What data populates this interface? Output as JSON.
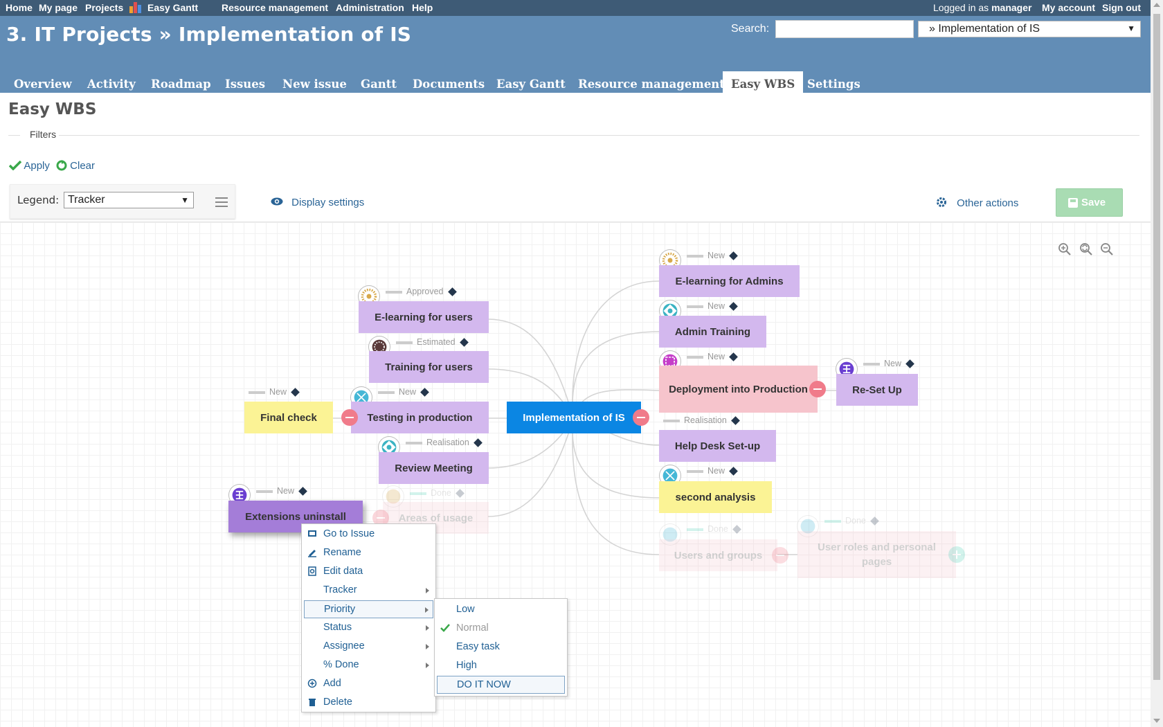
{
  "top_menu": {
    "items": [
      "Home",
      "My page",
      "Projects",
      "Easy Gantt",
      "Resource management",
      "Administration",
      "Help"
    ],
    "logged_in_prefix": "Logged in as",
    "user": "manager",
    "my_account": "My account",
    "sign_out": "Sign out"
  },
  "header": {
    "title": "3. IT Projects » Implementation of IS",
    "search_label": "Search:",
    "search_value": "",
    "project_jump": "» Implementation of IS"
  },
  "main_menu": {
    "tabs": [
      "Overview",
      "Activity",
      "Roadmap",
      "Issues",
      "New issue",
      "Gantt",
      "Documents",
      "Easy Gantt",
      "Resource management",
      "Easy WBS",
      "Settings"
    ],
    "active": "Easy WBS"
  },
  "content": {
    "title": "Easy WBS",
    "filters_label": "Filters",
    "apply": "Apply",
    "clear": "Clear",
    "legend_label": "Legend:",
    "legend_value": "Tracker",
    "display_settings": "Display settings",
    "other_actions": "Other actions",
    "save": "Save"
  },
  "colors": {
    "root": "#0b86e3",
    "purple_node": "#d3b8ee",
    "pink_node": "#f6c4cc",
    "yellow_node": "#fbf395",
    "dark_purple_node": "#a47dd8",
    "collapse": "#f07b8a",
    "header_bg": "#628db6",
    "top_menu_bg": "#3e5b76"
  },
  "wbs": {
    "root": "Implementation of IS",
    "nodes": [
      {
        "id": "elearn-admins",
        "label": "E-learning for Admins",
        "status": "New"
      },
      {
        "id": "admin-training",
        "label": "Admin Training",
        "status": "New"
      },
      {
        "id": "deployment",
        "label": "Deployment into Production",
        "status": "New"
      },
      {
        "id": "reset-up",
        "label": "Re-Set Up",
        "status": "New"
      },
      {
        "id": "help-desk",
        "label": "Help Desk Set-up",
        "status": "Realisation"
      },
      {
        "id": "second-analysis",
        "label": "second analysis",
        "status": "New"
      },
      {
        "id": "users-groups",
        "label": "Users and groups",
        "status": "Done"
      },
      {
        "id": "user-roles",
        "label": "User roles and personal pages",
        "status": "Done"
      },
      {
        "id": "elearn-users",
        "label": "E-learning for users",
        "status": "Approved"
      },
      {
        "id": "training-users",
        "label": "Training for users",
        "status": "Estimated"
      },
      {
        "id": "testing-prod",
        "label": "Testing in production",
        "status": "New"
      },
      {
        "id": "final-check",
        "label": "Final check",
        "status": "New"
      },
      {
        "id": "review-meeting",
        "label": "Review Meeting",
        "status": "Realisation"
      },
      {
        "id": "extensions",
        "label": "Extensions uninstall",
        "status": "New"
      },
      {
        "id": "areas-usage",
        "label": "Areas of usage",
        "status": "Done"
      }
    ]
  },
  "context_menu": {
    "items": [
      "Go to Issue",
      "Rename",
      "Edit data",
      "Tracker",
      "Priority",
      "Status",
      "Assignee",
      "% Done",
      "Add",
      "Delete"
    ],
    "selected": "Priority",
    "priority_submenu": [
      "Low",
      "Normal",
      "Easy task",
      "High",
      "DO IT NOW"
    ],
    "priority_current": "Normal",
    "priority_hover": "DO IT NOW"
  },
  "icons": [
    "zoom-in-icon",
    "zoom-reset-icon",
    "zoom-out-icon",
    "eye-icon",
    "gear-icon",
    "floppy-icon",
    "checkmark-icon",
    "clear-icon",
    "hamburger-icon"
  ]
}
